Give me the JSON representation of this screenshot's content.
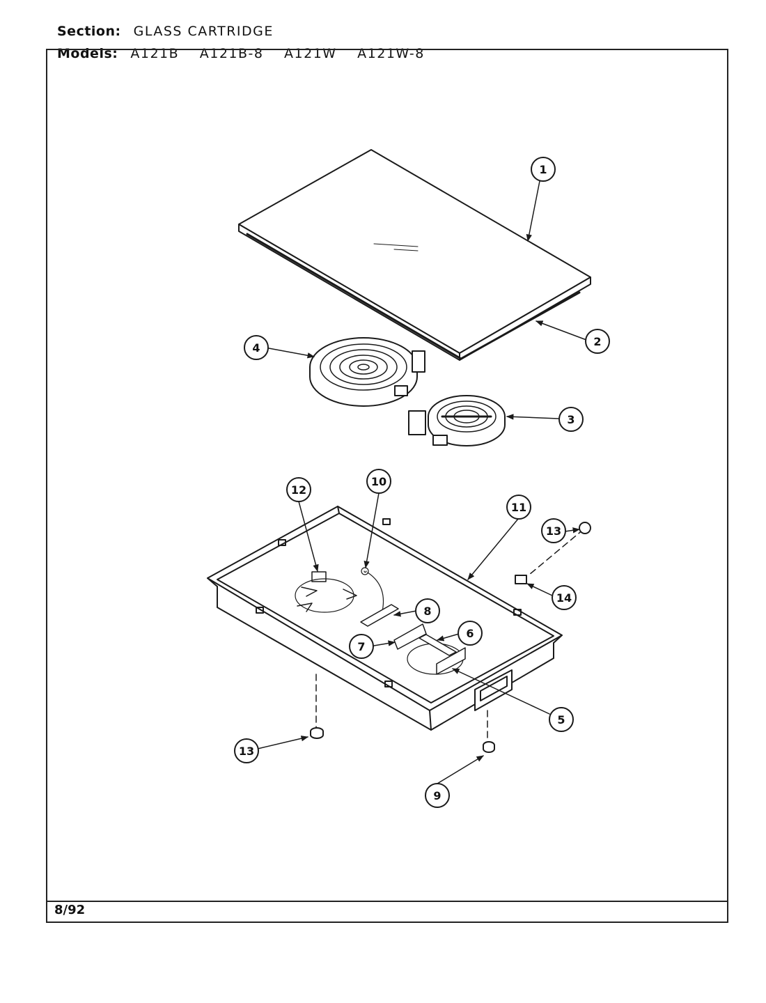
{
  "header": {
    "section_label": "Section:",
    "section_value": "GLASS CARTRIDGE",
    "models_label": "Models:",
    "models": [
      "A121B",
      "A121B-8",
      "A121W",
      "A121W-8"
    ]
  },
  "footer": {
    "date": "8/92"
  },
  "callouts": [
    "1",
    "2",
    "3",
    "4",
    "5",
    "6",
    "7",
    "8",
    "9",
    "10",
    "11",
    "12",
    "13",
    "13",
    "14"
  ]
}
